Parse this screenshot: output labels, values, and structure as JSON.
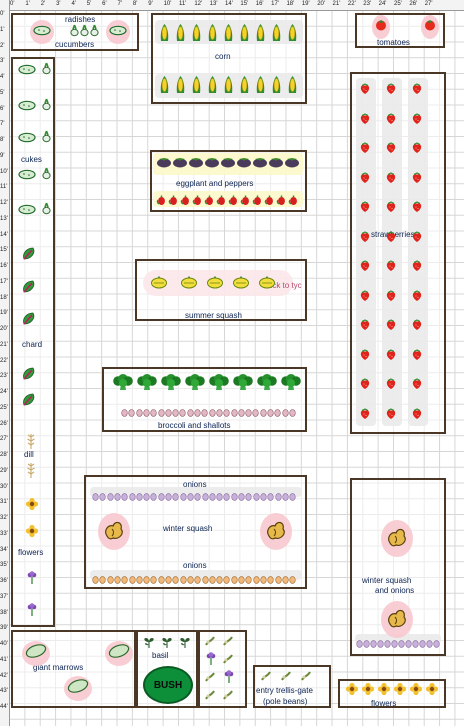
{
  "ruler": {
    "top_numbers": [
      "0'",
      "1'",
      "2'",
      "3'",
      "4'",
      "5'",
      "6'",
      "7'",
      "8'",
      "9'",
      "10'",
      "11'",
      "12'",
      "13'",
      "14'",
      "15'",
      "16'",
      "17'",
      "18'",
      "19'",
      "20'",
      "21'",
      "22'",
      "23'",
      "24'",
      "25'",
      "26'",
      "27'"
    ],
    "left_numbers": [
      "0'",
      "1'",
      "2'",
      "3'",
      "4'",
      "5'",
      "6'",
      "7'",
      "8'",
      "9'",
      "10'",
      "11'",
      "12'",
      "13'",
      "14'",
      "15'",
      "16'",
      "17'",
      "18'",
      "19'",
      "20'",
      "21'",
      "22'",
      "23'",
      "24'",
      "25'",
      "26'",
      "27'",
      "28'",
      "29'",
      "30'",
      "31'",
      "32'",
      "33'",
      "34'",
      "35'",
      "36'",
      "37'",
      "38'",
      "39'",
      "40'",
      "41'",
      "42'",
      "43'",
      "44'"
    ]
  },
  "labels": {
    "radishes": "radishes",
    "cucumbers": "cucumbers",
    "corn": "corn",
    "tomatoes": "tomatoes",
    "cukes": "cukes",
    "eggplant_peppers": "eggplant and peppers",
    "strawberries": "strawberries",
    "summer_squash": "summer squash",
    "chard": "chard",
    "broccoli_shallots": "broccoli and shallots",
    "dill": "dill",
    "onions_top": "onions",
    "winter_squash": "winter squash",
    "onions_bottom": "onions",
    "flowers_left": "flowers",
    "winter_squash_onions_1": "winter squash",
    "winter_squash_onions_2": "and onions",
    "giant_marrows": "giant marrows",
    "basil": "basil",
    "bush": "BUSH",
    "entry_1": "entry trellis-gate",
    "entry_2": "(pole beans)",
    "flowers_right": "flowers"
  },
  "tooltip": "Click to tyc",
  "icons": {
    "radish": "radish-icon",
    "cucumber": "cucumber-icon",
    "corn": "corn-icon",
    "tomato": "tomato-icon",
    "eggplant": "eggplant-icon",
    "pepper": "pepper-icon",
    "strawberry": "strawberry-icon",
    "summer_squash": "summer-squash-icon",
    "chard": "chard-icon",
    "broccoli": "broccoli-icon",
    "shallot": "shallot-icon",
    "dill": "dill-icon",
    "onion": "onion-icon",
    "winter_squash": "winter-squash-icon",
    "flower": "flower-icon",
    "marrow": "marrow-icon",
    "basil": "basil-icon",
    "bean": "bean-icon"
  },
  "colors": {
    "bed_border": "#4a3726",
    "label_text": "#0c2352",
    "spacing_pink": "#f7c9cf",
    "spacing_yellow": "#f7f08a",
    "spacing_gray": "#cfcfcf",
    "bush_green": "#0d8f3a"
  }
}
